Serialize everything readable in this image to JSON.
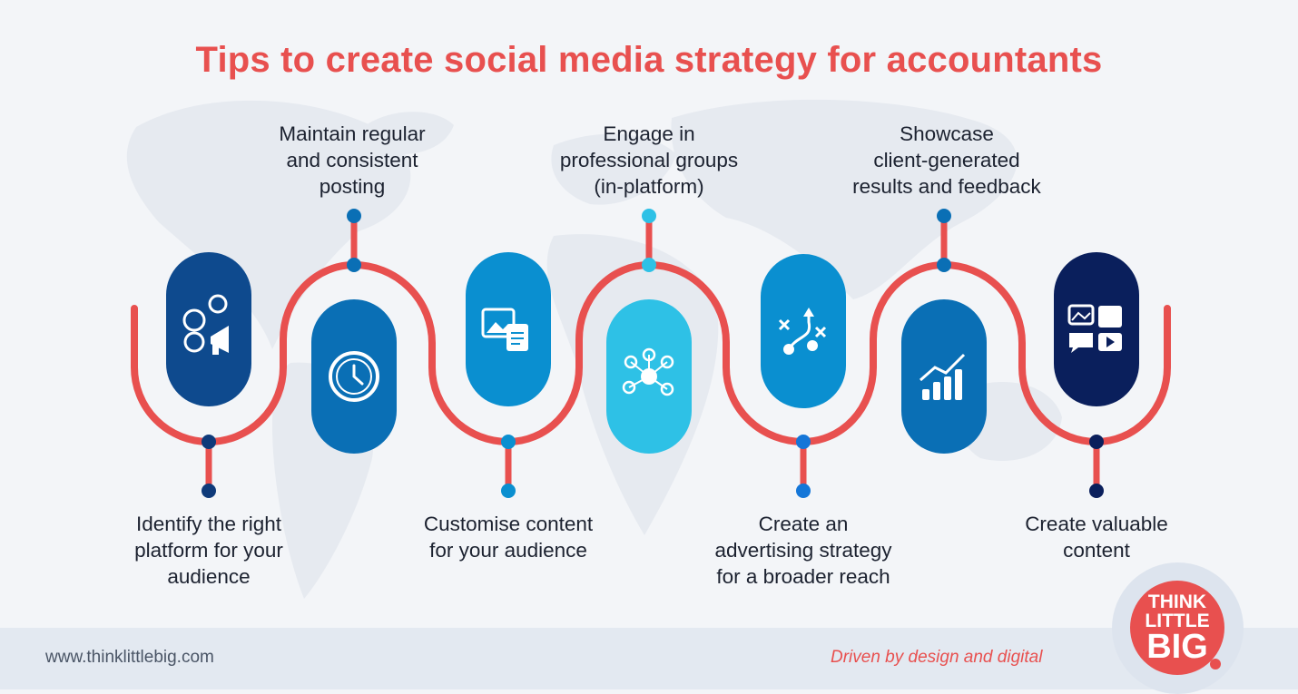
{
  "title": "Tips to create social media strategy for accountants",
  "colors": {
    "title": "#e8504f",
    "path": "#e8504f",
    "background": "#f3f5f8",
    "footer": "#e3e9f1",
    "step_fills": [
      "#0e4a8e",
      "#0a6fb5",
      "#0a8fd0",
      "#2ec1e6",
      "#0a8fd0",
      "#0a6fb5",
      "#0a1f5c"
    ],
    "dot_colors": [
      "#0e3a7a",
      "#0a6fb5",
      "#0a8fd0",
      "#2ec1e6",
      "#1476d8",
      "#0a6fb5",
      "#0a1f5c"
    ]
  },
  "steps": [
    {
      "label": "Identify the right platform for your audience",
      "lines": [
        "Identify the right",
        "platform for your",
        "audience"
      ],
      "icon": "social-media-icon"
    },
    {
      "label": "Maintain regular and consistent posting",
      "lines": [
        "Maintain regular",
        "and consistent",
        "posting"
      ],
      "icon": "clock-icon"
    },
    {
      "label": "Customise content for your audience",
      "lines": [
        "Customise content",
        "for your audience"
      ],
      "icon": "image-document-icon"
    },
    {
      "label": "Engage in professional groups (in-platform)",
      "lines": [
        "Engage in",
        "professional groups",
        "(in-platform)"
      ],
      "icon": "network-icon"
    },
    {
      "label": "Create an advertising strategy for a broader reach",
      "lines": [
        "Create an",
        "advertising strategy",
        "for a broader reach"
      ],
      "icon": "strategy-icon"
    },
    {
      "label": "Showcase client-generated results and feedback",
      "lines": [
        "Showcase",
        "client-generated",
        "results and feedback"
      ],
      "icon": "growth-chart-icon"
    },
    {
      "label": "Create valuable content",
      "lines": [
        "Create valuable",
        "content"
      ],
      "icon": "content-icon"
    }
  ],
  "footer": {
    "url": "www.thinklittlebig.com",
    "tagline": "Driven by design and digital"
  },
  "logo": {
    "line1": "THINK",
    "line2": "LITTLE",
    "line3": "BIG"
  }
}
